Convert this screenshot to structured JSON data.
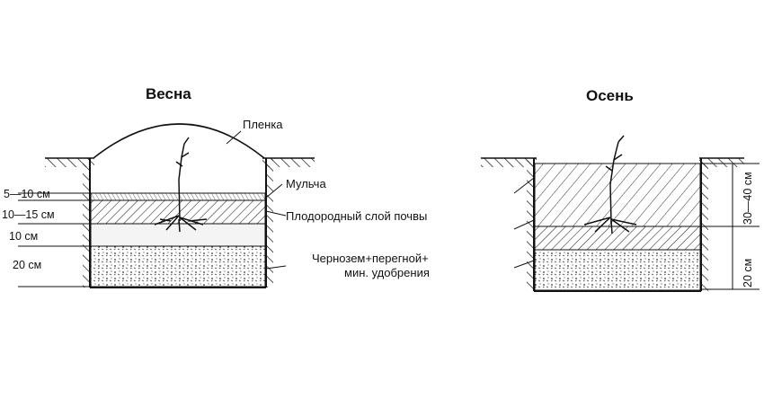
{
  "spring": {
    "title": "Весна",
    "film_label": "Пленка",
    "mulch_label": "Мульча",
    "fertile_label": "Плодородный слой почвы",
    "mix_label_line1": "Чернозем+перегной+",
    "mix_label_line2": "мин. удобрения",
    "dims": [
      "5—10 см",
      "10—15 см",
      "10 см",
      "20 см"
    ]
  },
  "autumn": {
    "title": "Осень",
    "dims": [
      "30—40 см",
      "20 см"
    ]
  }
}
